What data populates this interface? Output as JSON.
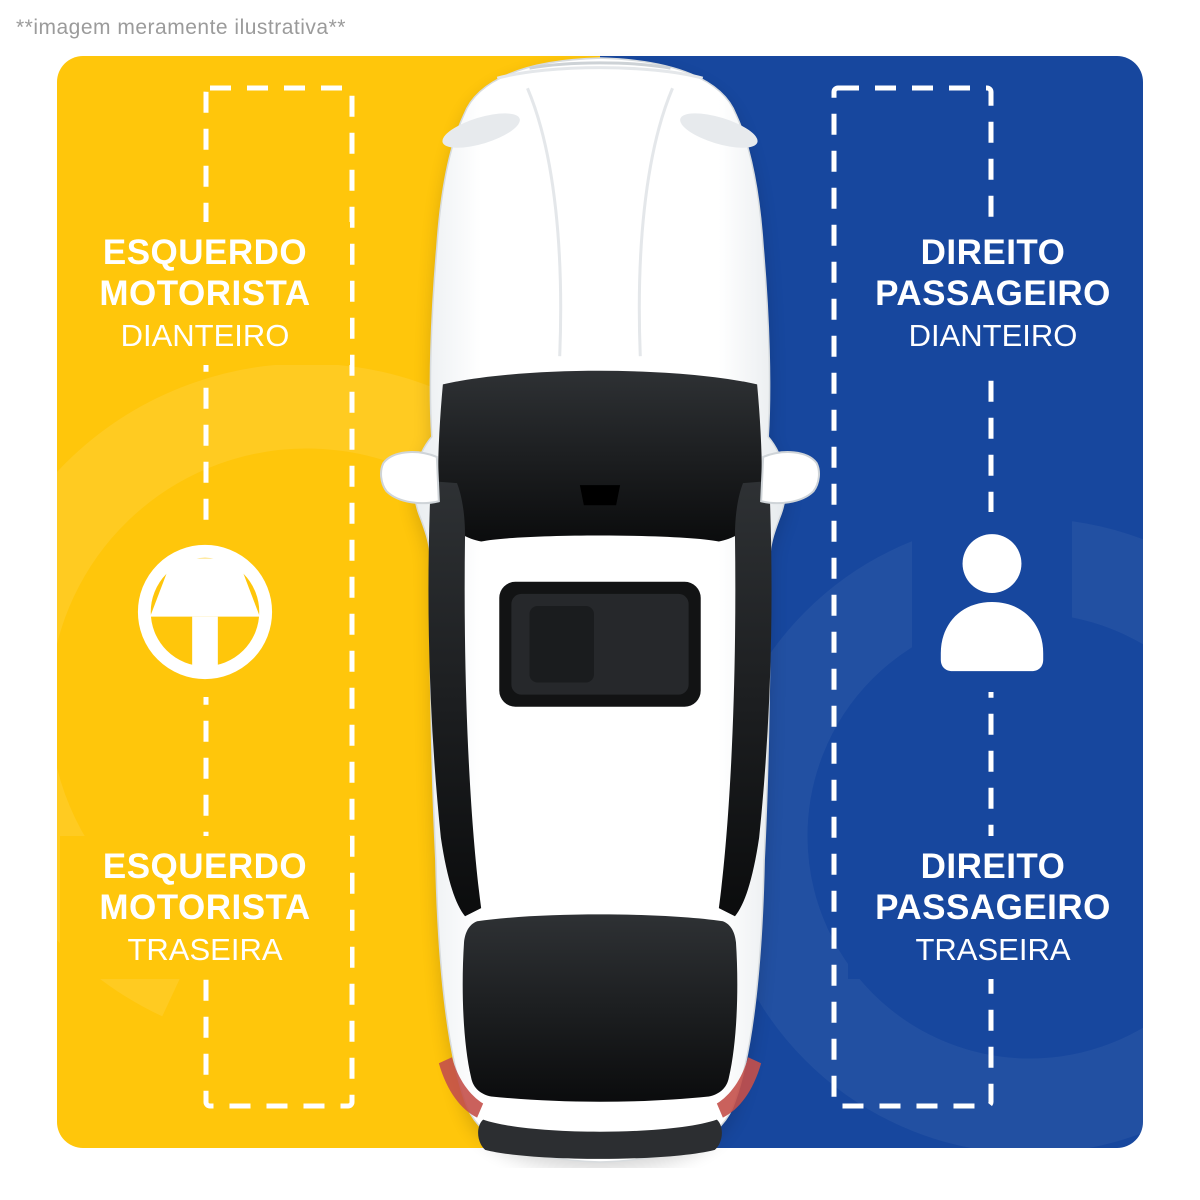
{
  "disclaimer": "**imagem meramente ilustrativa**",
  "colors": {
    "left_bg": "#FFC60B",
    "right_bg": "#17479E",
    "label_text": "#FFFFFF",
    "disclaimer_text": "#9B9B9B"
  },
  "left": {
    "icon": "steering-wheel-icon",
    "top": {
      "l1": "ESQUERDO",
      "l2": "MOTORISTA",
      "l3": "DIANTEIRO"
    },
    "bottom": {
      "l1": "ESQUERDO",
      "l2": "MOTORISTA",
      "l3": "TRASEIRA"
    }
  },
  "right": {
    "icon": "passenger-icon",
    "top": {
      "l1": "DIREITO",
      "l2": "PASSAGEIRO",
      "l3": "DIANTEIRO"
    },
    "bottom": {
      "l1": "DIREITO",
      "l2": "PASSAGEIRO",
      "l3": "TRASEIRA"
    }
  }
}
